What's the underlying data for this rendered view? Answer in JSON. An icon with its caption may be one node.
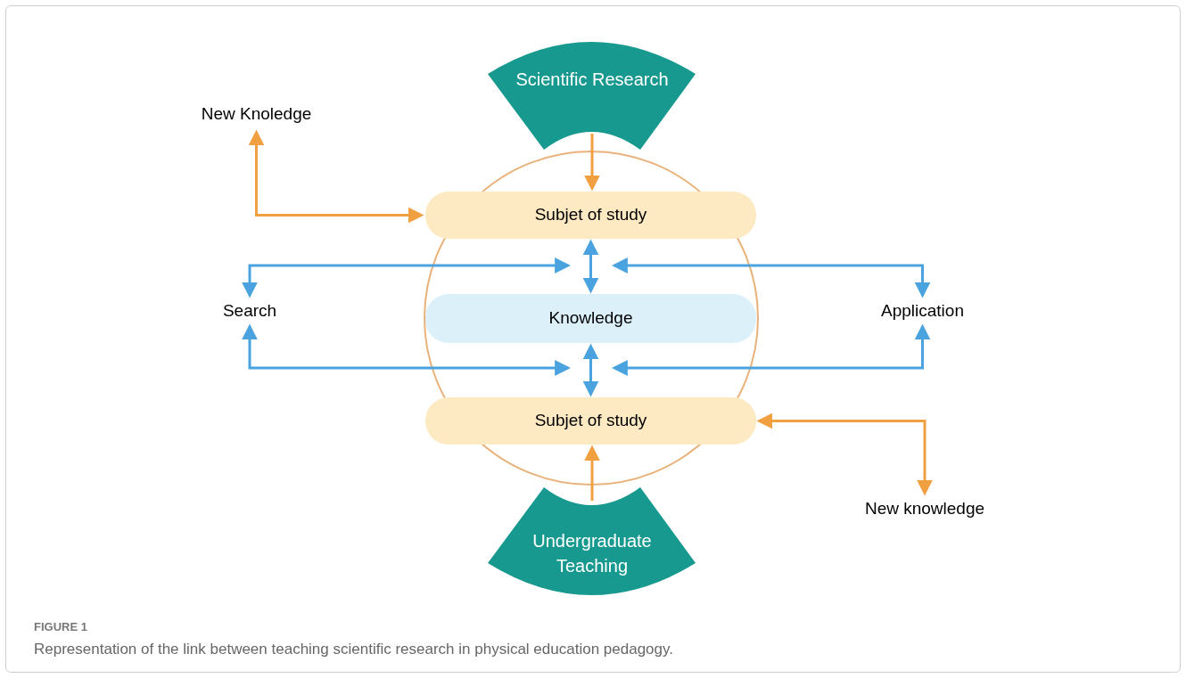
{
  "diagram": {
    "caption": "Representation of the link between teaching scientific research in physical education pedagogy.",
    "nodes": [
      {
        "text": [
          "Scientific Research"
        ]
      },
      {
        "text": [
          "New Knoledge"
        ]
      },
      {
        "text": [
          "Subjet of study"
        ]
      },
      {
        "text": [
          "Search"
        ]
      },
      {
        "text": [
          "Knowledge"
        ]
      },
      {
        "text": [
          "Application"
        ]
      },
      {
        "text": [
          "Subjet of study"
        ]
      },
      {
        "text": [
          "New knowledge"
        ]
      },
      {
        "text": [
          "Undergraduate Teaching"
        ]
      }
    ],
    "edges": [
      {
        "from": 0,
        "to": 2,
        "arrow": "to",
        "color": "#f0a040"
      },
      {
        "from": 1,
        "to": 2,
        "arrow": "both",
        "color": "#f0a040"
      },
      {
        "from": 3,
        "to": 2,
        "arrow": "both"
      },
      {
        "from": 5,
        "to": 2,
        "arrow": "both"
      },
      {
        "from": 2,
        "to": 4,
        "arrow": "both"
      },
      {
        "from": 3,
        "to": 4,
        "arrow": "both"
      },
      {
        "from": 5,
        "to": 4,
        "arrow": "both"
      },
      {
        "from": 4,
        "to": 6,
        "arrow": "both"
      },
      {
        "from": 8,
        "to": 6,
        "arrow": "to",
        "color": "#f0a040"
      },
      {
        "from": 6,
        "to": 7,
        "arrow": "both",
        "color": "#f0a040"
      }
    ],
    "labels": [
      "FIGURE 1"
    ]
  }
}
